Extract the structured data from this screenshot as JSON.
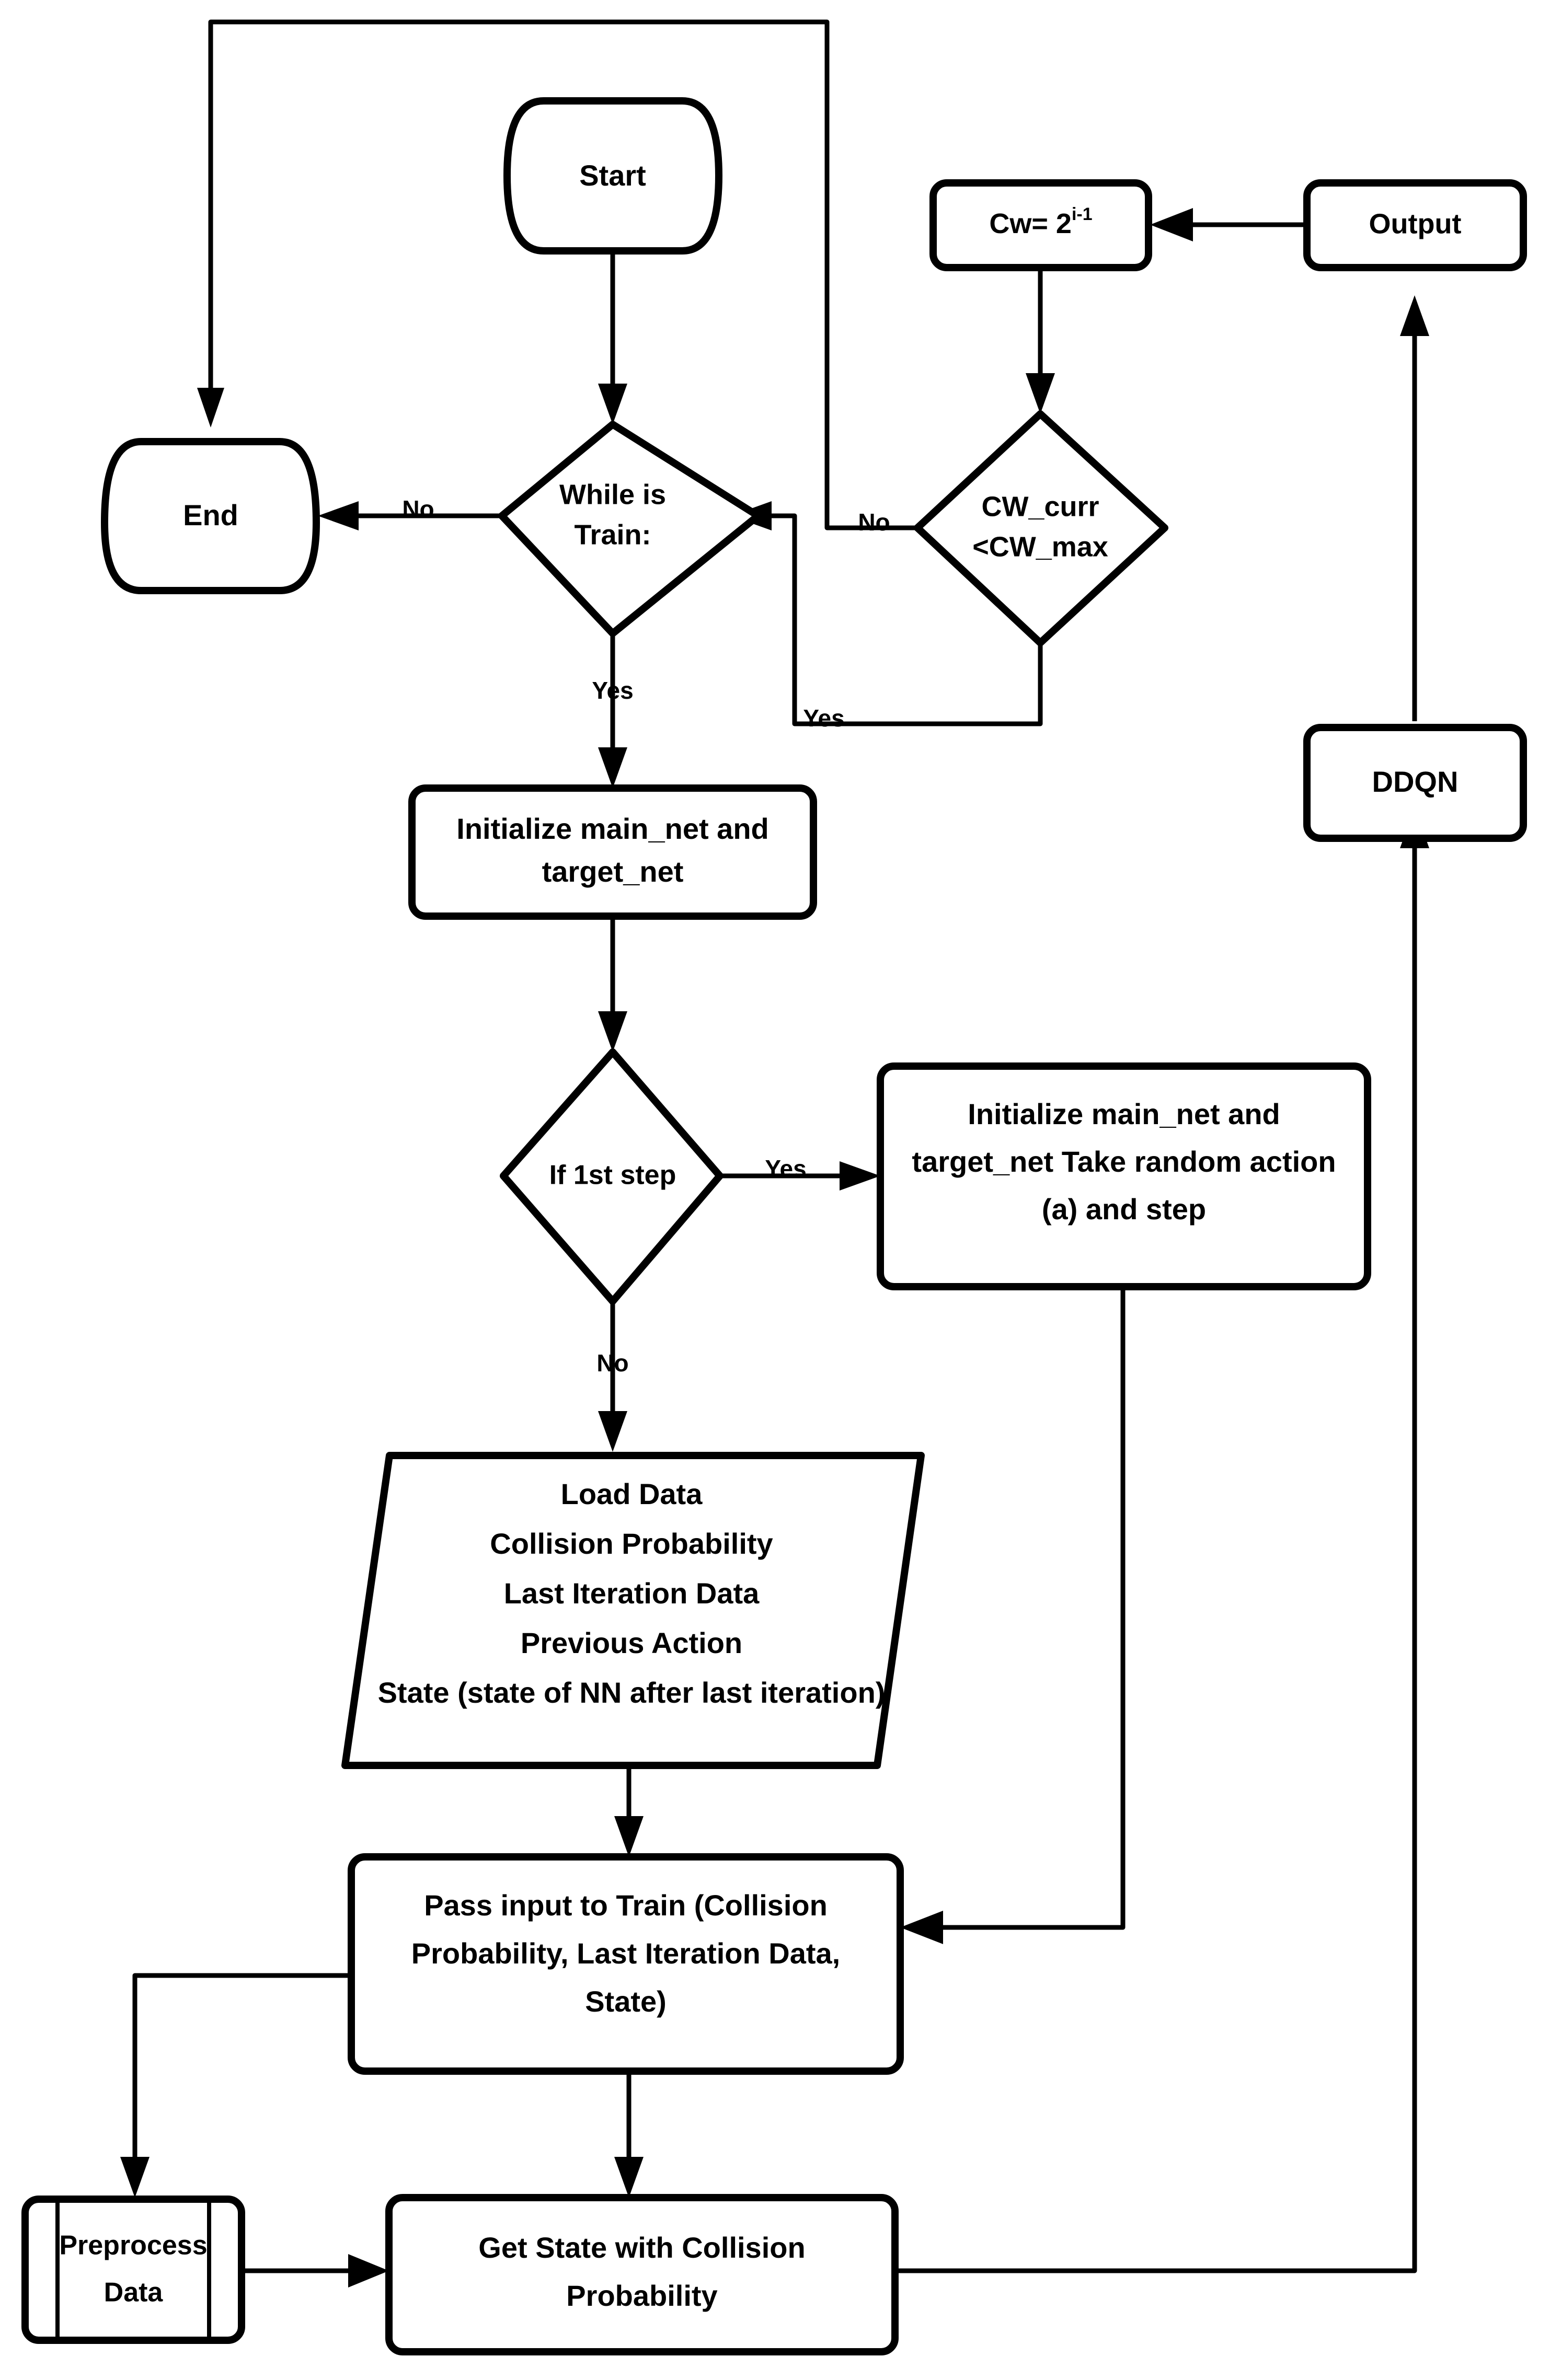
{
  "diagram": {
    "title": "DDQN Contention Window Training Flowchart",
    "background_color": "#ffffff",
    "line_color": "#000000",
    "nodes": {
      "start": {
        "label": "Start",
        "shape": "terminator"
      },
      "end": {
        "label": "End",
        "shape": "terminator"
      },
      "cw_assign": {
        "label_base": "Cw= 2",
        "label_sup": "i-1",
        "shape": "process"
      },
      "output": {
        "label": "Output",
        "shape": "process"
      },
      "while_is_train": {
        "line1": "While is",
        "line2": "Train:",
        "shape": "decision"
      },
      "cw_compare": {
        "line1": "CW_curr",
        "line2": "<CW_max",
        "shape": "decision"
      },
      "init_nets": {
        "line1": "Initialize main_net and",
        "line2": "target_net",
        "shape": "process"
      },
      "if_first_step": {
        "label": "If 1st step",
        "shape": "decision"
      },
      "init_random_action": {
        "line1": "Initialize main_net and",
        "line2": "target_net Take random action",
        "line3": "(a) and step",
        "shape": "process"
      },
      "load_data": {
        "line1": "Load Data",
        "line2": "Collision Probability",
        "line3": "Last Iteration Data",
        "line4": "Previous Action",
        "line5": "State (state of NN after last iteration)",
        "shape": "data-parallelogram"
      },
      "pass_input_to_train": {
        "line1": "Pass input to Train (Collision",
        "line2": "Probability, Last Iteration Data,",
        "line3": "State)",
        "shape": "process"
      },
      "preprocess_data": {
        "line1": "Preprocess",
        "line2": "Data",
        "shape": "predefined-process"
      },
      "get_state": {
        "line1": "Get State with Collision",
        "line2": "Probability",
        "shape": "process"
      },
      "ddqn": {
        "label": "DDQN",
        "shape": "process"
      }
    },
    "edge_labels": {
      "while_train_no": "No",
      "while_train_yes": "Yes",
      "cw_compare_no": "No",
      "cw_compare_yes": "Yes",
      "first_step_yes": "Yes",
      "first_step_no": "No"
    }
  }
}
